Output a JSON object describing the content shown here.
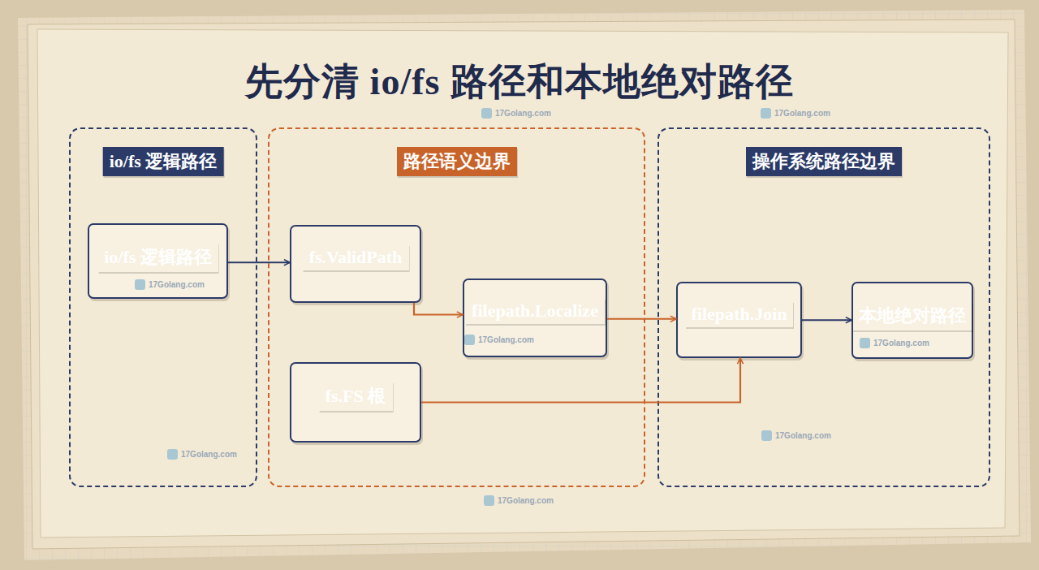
{
  "diagram": {
    "title": "先分清 io/fs 路径和本地绝对路径",
    "nodes": [
      {
        "text": [
          "io/fs 逻辑路径"
        ]
      },
      {
        "text": [
          "io/fs 逻辑路径"
        ],
        "in": 0
      },
      {
        "text": [
          "路径语义边界"
        ]
      },
      {
        "text": [
          "fs.ValidPath"
        ],
        "in": 2
      },
      {
        "text": [
          "filepath.Localize"
        ],
        "in": 2
      },
      {
        "text": [
          "fs.FS 根"
        ],
        "in": 2
      },
      {
        "text": [
          "操作系统路径边界"
        ]
      },
      {
        "text": [
          "filepath.Join"
        ],
        "in": 6
      },
      {
        "text": [
          "本地绝对路径"
        ],
        "in": 6
      }
    ],
    "edges": [
      {
        "from": 1,
        "to": 3,
        "arrow": "to"
      },
      {
        "from": 3,
        "to": 4,
        "arrow": "to"
      },
      {
        "from": 4,
        "to": 7,
        "arrow": "to"
      },
      {
        "from": 5,
        "to": 7,
        "arrow": "to"
      },
      {
        "from": 7,
        "to": 8,
        "arrow": "to"
      }
    ],
    "labels": [
      "17Golang.com",
      "17Golang.com",
      "17Golang.com",
      "17Golang.com",
      "17Golang.com",
      "17Golang.com",
      "17Golang.com",
      "17Golang.com"
    ]
  }
}
